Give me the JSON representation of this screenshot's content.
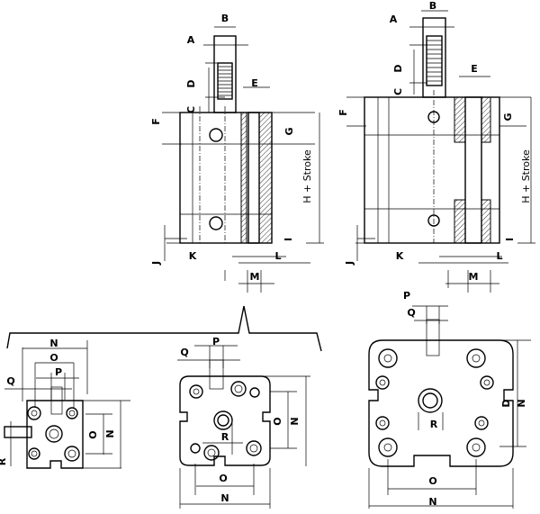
{
  "side_view_small": {
    "A": "A",
    "B": "B",
    "C": "C",
    "D": "D",
    "E": "E",
    "F": "F",
    "G": "G",
    "H": "H + Stroke",
    "I": "I",
    "J": "J",
    "K": "K",
    "L": "L",
    "M": "M"
  },
  "side_view_large": {
    "A": "A",
    "B": "B",
    "C": "C",
    "D": "D",
    "E": "E",
    "F": "F",
    "G": "G",
    "H": "H + Stroke",
    "I": "I",
    "J": "J",
    "K": "K",
    "L": "L",
    "M": "M"
  },
  "end_view_small": {
    "N": "N",
    "O": "O",
    "P": "P",
    "Q": "Q",
    "O2": "O",
    "N2": "N",
    "R": "R"
  },
  "end_view_medium": {
    "Q": "Q",
    "P": "P",
    "R": "R",
    "O": "O",
    "N": "N",
    "O2": "O",
    "N2": "N"
  },
  "end_view_large": {
    "P": "P",
    "Q": "Q",
    "D": "D",
    "N": "N",
    "R": "R",
    "O": "O",
    "N2": "N"
  }
}
